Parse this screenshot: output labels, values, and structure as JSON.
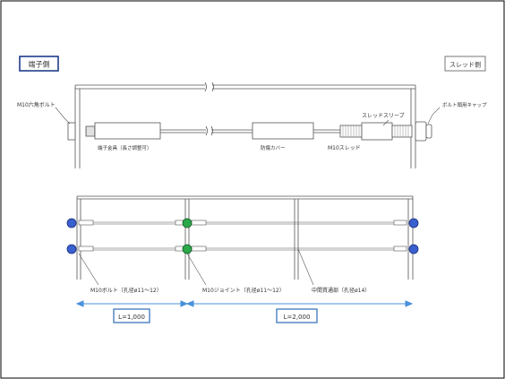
{
  "top": {
    "left_side_title": "端子側",
    "right_side_title": "スレッド側",
    "labels": {
      "m10_hex_bolt": "M10六角ボルト",
      "bolt_cap": "ボルト頭用キャップ",
      "thread_sleeve": "スレッドスリーブ",
      "terminal_fitting": "端子金具（長さ調整可）",
      "damage_cover": "防傷カバー",
      "m10_thread": "M10スレッド"
    }
  },
  "bottom": {
    "labels": {
      "m10_bolt_hole": "M10ボルト（孔径ø11～12）",
      "m10_joint_hole": "M10ジョイント（孔径ø11～12）",
      "mid_through_hole": "中間貫通部（孔径ø14）"
    },
    "dimensions": {
      "left": "L=1,000",
      "right": "L=2,000"
    }
  },
  "colors": {
    "frame": "#000000",
    "title_box_left": "#1f3c8c",
    "title_box_right": "#777777",
    "end_marker": "#3a5fcf",
    "joint_marker": "#2aa84a",
    "dim_arrow": "#4a90d9",
    "dim_box": "#2d6cb3"
  }
}
